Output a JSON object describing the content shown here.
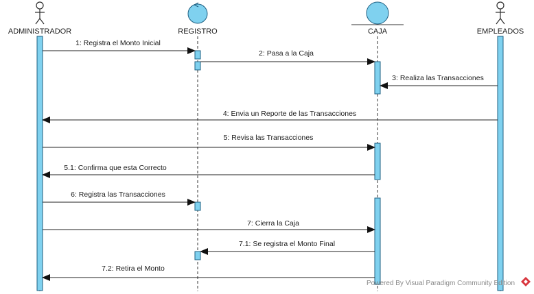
{
  "diagram": {
    "lifelines": {
      "admin": "ADMINISTRADOR",
      "registro": "REGISTRO",
      "caja": "CAJA",
      "empleados": "EMPLEADOS"
    },
    "messages": [
      {
        "label": "1: Registra el Monto Inicial",
        "from": "admin",
        "to": "registro"
      },
      {
        "label": "2: Pasa a la Caja",
        "from": "registro",
        "to": "caja"
      },
      {
        "label": "3: Realiza las Transacciones",
        "from": "empleados",
        "to": "caja"
      },
      {
        "label": "4: Envia un Reporte de las Transacciones",
        "from": "empleados",
        "to": "admin"
      },
      {
        "label": "5: Revisa las Transacciones",
        "from": "admin",
        "to": "caja"
      },
      {
        "label": "5.1: Confirma que esta Correcto",
        "from": "caja",
        "to": "admin"
      },
      {
        "label": "6: Registra las Transacciones",
        "from": "admin",
        "to": "registro"
      },
      {
        "label": "7: Cierra la Caja",
        "from": "admin",
        "to": "caja"
      },
      {
        "label": "7.1: Se registra el Monto Final",
        "from": "caja",
        "to": "registro"
      },
      {
        "label": "7.2: Retira el Monto",
        "from": "caja",
        "to": "admin"
      }
    ],
    "watermark": "Powered By  Visual Paradigm Community Edition",
    "colors": {
      "activation_fill": "#7fd1ef",
      "activation_stroke": "#1e5f82",
      "control_fill": "#7fd1ef",
      "entity_fill": "#7fd1ef",
      "logo_red": "#d9363e"
    }
  }
}
